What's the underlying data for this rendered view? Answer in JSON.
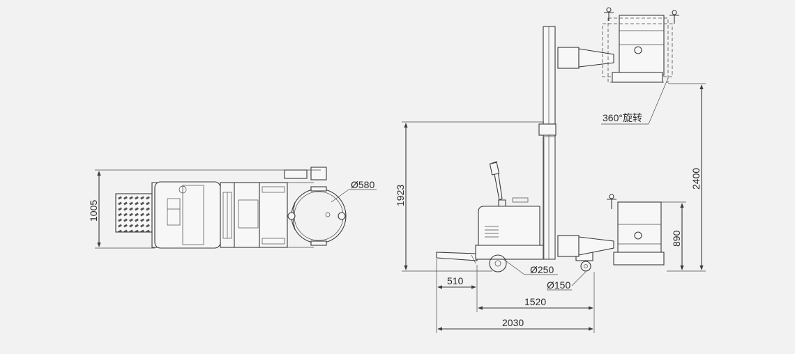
{
  "colors": {
    "background": "#f2f2f2",
    "line": "#3a3a3a"
  },
  "top_view": {
    "dim_width": "1005",
    "dim_drum_diameter": "Ø580"
  },
  "side_view": {
    "dim_lift_height_low": "1923",
    "dim_max_height": "2400",
    "dim_mid_height": "890",
    "rotation_note": "360°旋转",
    "dim_drive_wheel": "Ø250",
    "dim_load_wheel": "Ø150",
    "dim_front": "510",
    "dim_wheelbase": "1520",
    "dim_overall_length": "2030"
  }
}
